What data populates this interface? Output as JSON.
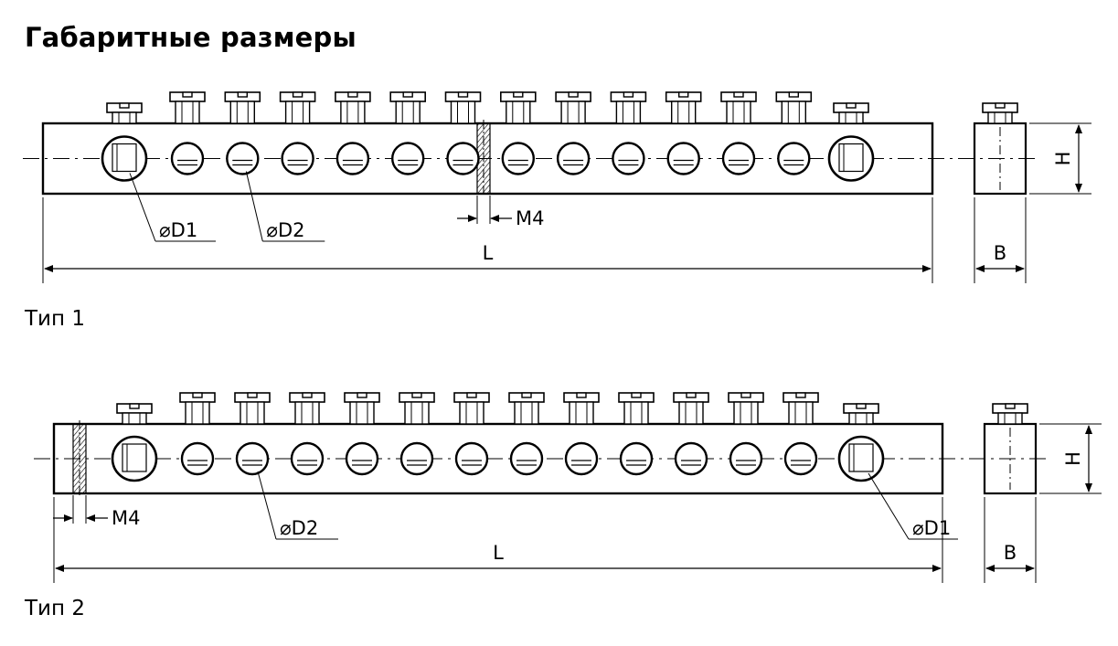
{
  "title": "Габаритные размеры",
  "types": [
    {
      "label": "Тип 1",
      "dims": {
        "length": "L",
        "width": "B",
        "height": "H",
        "thread": "M4",
        "hole_large": "D1",
        "hole_small": "D2"
      }
    },
    {
      "label": "Тип 2",
      "dims": {
        "length": "L",
        "width": "B",
        "height": "H",
        "thread": "M4",
        "hole_large": "D1",
        "hole_small": "D2"
      }
    }
  ],
  "diameter_symbol": "⌀",
  "small_holes_per_bar": 12,
  "large_holes_per_bar": 2
}
